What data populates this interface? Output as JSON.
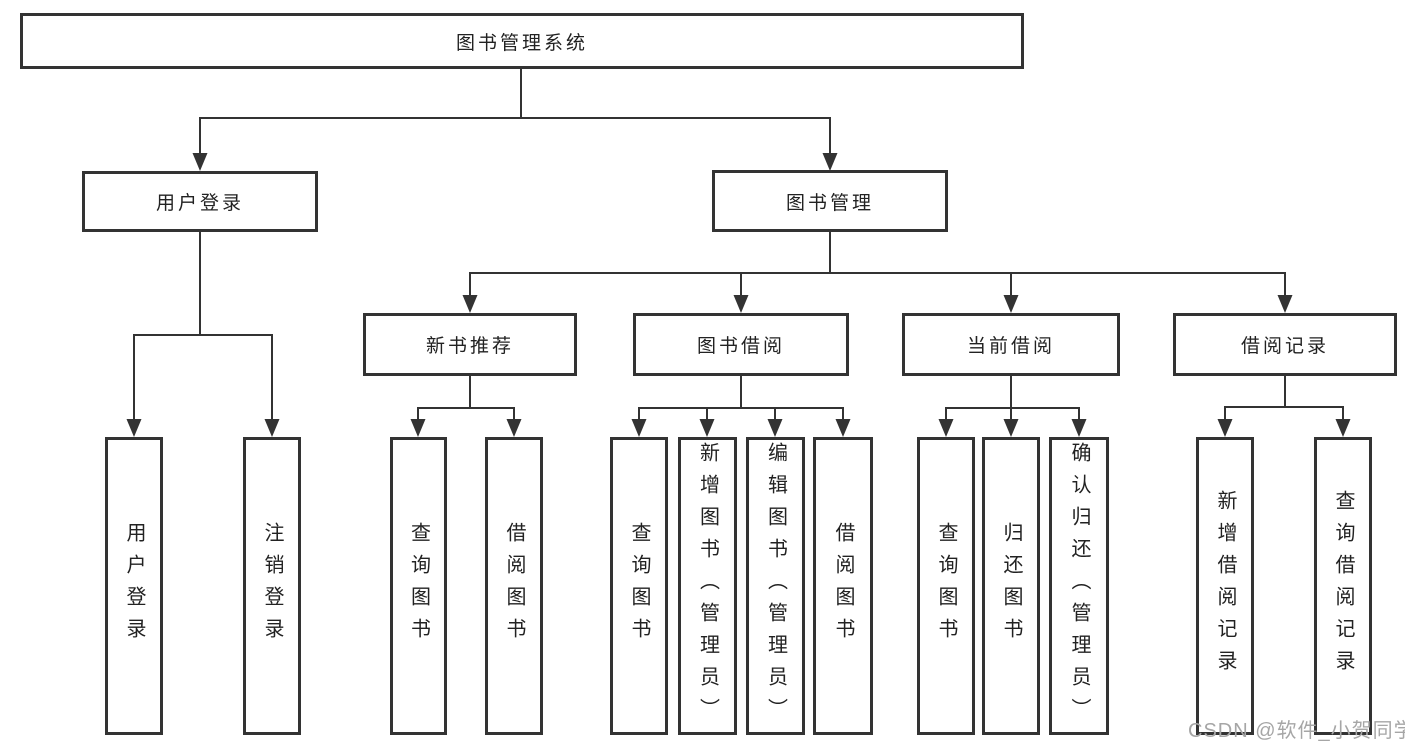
{
  "colors": {
    "line": "#333333",
    "text": "#222222",
    "background": "#ffffff",
    "watermark": "#a6a6a6"
  },
  "tree": {
    "label": "图书管理系统",
    "children": [
      {
        "label": "用户登录",
        "children": [
          {
            "label": "用户登录"
          },
          {
            "label": "注销登录"
          }
        ]
      },
      {
        "label": "图书管理",
        "children": [
          {
            "label": "新书推荐",
            "children": [
              {
                "label": "查询图书"
              },
              {
                "label": "借阅图书"
              }
            ]
          },
          {
            "label": "图书借阅",
            "children": [
              {
                "label": "查询图书"
              },
              {
                "label": "新增图书（管理员）"
              },
              {
                "label": "编辑图书（管理员）"
              },
              {
                "label": "借阅图书"
              }
            ]
          },
          {
            "label": "当前借阅",
            "children": [
              {
                "label": "查询图书"
              },
              {
                "label": "归还图书"
              },
              {
                "label": "确认归还（管理员）"
              }
            ]
          },
          {
            "label": "借阅记录",
            "children": [
              {
                "label": "新增借阅记录"
              },
              {
                "label": "查询借阅记录"
              }
            ]
          }
        ]
      }
    ]
  },
  "watermark": "CSDN @软件_小贺同学"
}
